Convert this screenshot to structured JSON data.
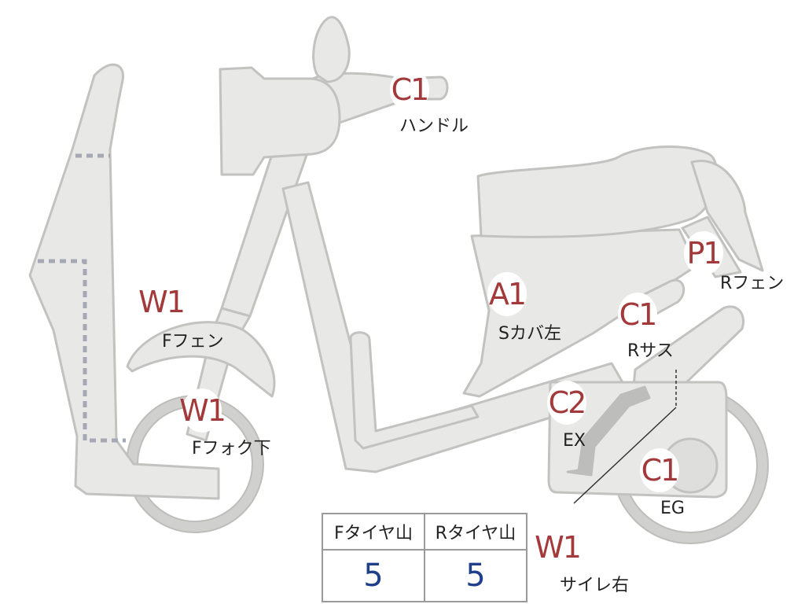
{
  "markers": [
    {
      "id": "handle",
      "code": "C1",
      "label": "ハンドル"
    },
    {
      "id": "f-fender",
      "code": "W1",
      "label": "Fフェン"
    },
    {
      "id": "f-fork",
      "code": "W1",
      "label": "Fフォク下"
    },
    {
      "id": "s-cover-left",
      "code": "A1",
      "label": "Sカバ左"
    },
    {
      "id": "r-fender",
      "code": "P1",
      "label": "Rフェン"
    },
    {
      "id": "r-suspension",
      "code": "C1",
      "label": "Rサス"
    },
    {
      "id": "exhaust",
      "code": "C2",
      "label": "EX"
    },
    {
      "id": "engine",
      "code": "C1",
      "label": "EG"
    },
    {
      "id": "side-mirror-right",
      "code": "W1",
      "label": "サイレ右"
    }
  ],
  "tread_table": {
    "front_header": "Fタイヤ山",
    "rear_header": "Rタイヤ山",
    "front_value": "5",
    "rear_value": "5"
  },
  "colors": {
    "body_fill": "#e8e8e6",
    "body_stroke": "#bdbdbb",
    "marker_code": "#a2393b",
    "tread_value": "#1f3f8a"
  }
}
